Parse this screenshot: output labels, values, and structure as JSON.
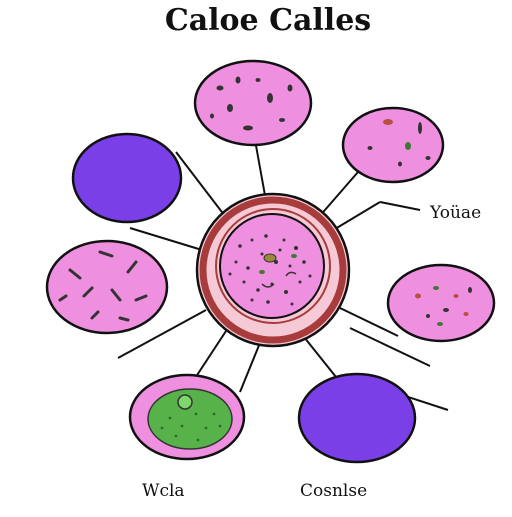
{
  "diagram": {
    "title": "Caloe Calles",
    "labels": {
      "right": "Yoüae",
      "bottom_left": "Wcla",
      "bottom_right": "Cosnlse"
    },
    "colors": {
      "outline": "#111111",
      "pink": "#ee8fdf",
      "purple": "#7b3fe8",
      "center_ring": "#a83b3b",
      "center_fill": "#f6c9d6",
      "green": "#57b24a",
      "speckle": "#333333"
    }
  }
}
